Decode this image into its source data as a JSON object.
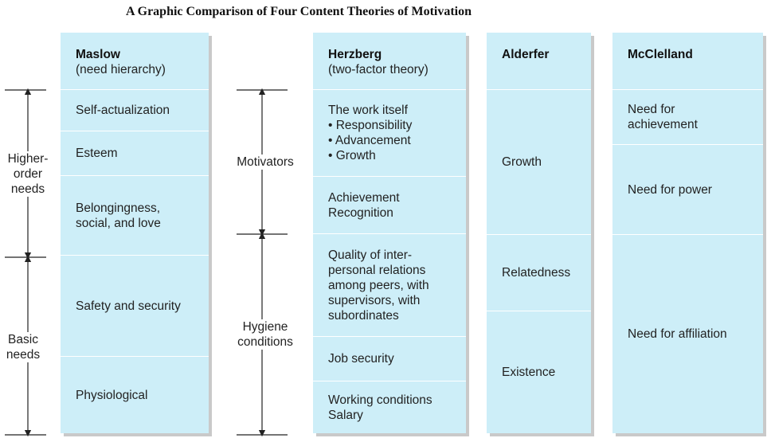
{
  "title": "A Graphic Comparison of Four Content Theories of Motivation",
  "side_labels": {
    "higher_order": "Higher-\norder\nneeds",
    "basic": "Basic\nneeds",
    "motivators": "Motivators",
    "hygiene": "Hygiene\nconditions"
  },
  "maslow": {
    "name": "Maslow",
    "subtitle": "(need hierarchy)",
    "levels": [
      "Self-actualization",
      "Esteem",
      "Belongingness,\nsocial, and love",
      "Safety and security",
      "Physiological"
    ]
  },
  "herzberg": {
    "name": "Herzberg",
    "subtitle": "(two-factor theory)",
    "factors": [
      "The work itself\n• Responsibility\n• Advancement\n• Growth",
      "Achievement\nRecognition",
      "Quality of inter-\npersonal relations\namong peers, with\nsupervisors, with\nsubordinates",
      "Job security",
      "Working conditions\nSalary"
    ]
  },
  "alderfer": {
    "name": "Alderfer",
    "levels": [
      "Growth",
      "Relatedness",
      "Existence"
    ]
  },
  "mcclelland": {
    "name": "McClelland",
    "needs": [
      "Need for\nachievement",
      "Need for power",
      "Need for affiliation"
    ]
  }
}
